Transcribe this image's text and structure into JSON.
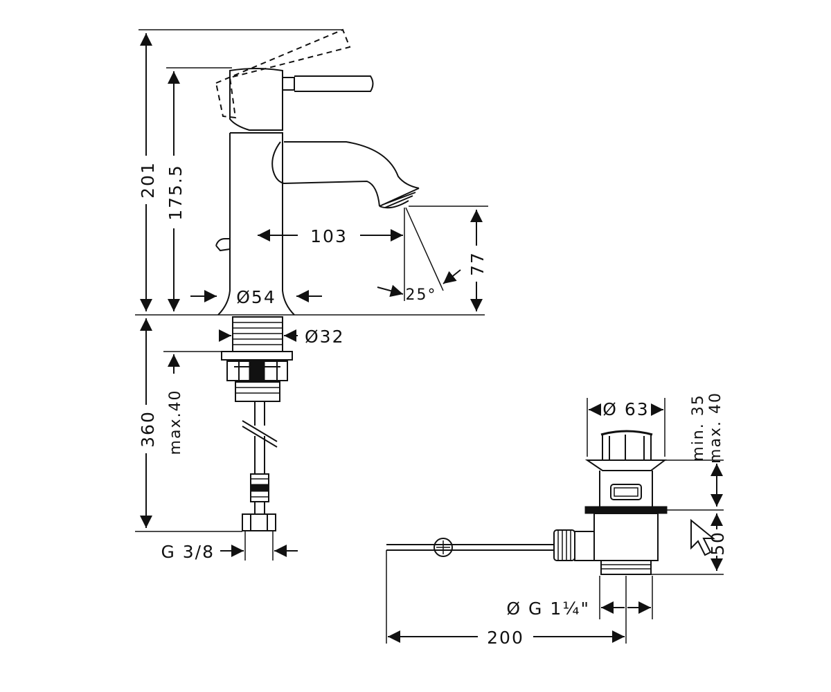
{
  "faucet": {
    "height_total": "201",
    "height_spout": "175.5",
    "spout_reach": "103",
    "spout_clearance": "77",
    "spout_angle": "25°",
    "base_diameter": "Ø54",
    "shank_diameter": "Ø32",
    "hose_length": "360",
    "max_deck_thickness": "max.40",
    "connection_thread": "G 3/8"
  },
  "waste": {
    "flange_diameter": "Ø 63",
    "min_height": "min. 35",
    "max_height": "max. 40",
    "body_height": "50",
    "thread": "Ø G 1¼\"",
    "rod_length": "200"
  },
  "colors": {
    "line": "#111111",
    "background": "#ffffff"
  }
}
